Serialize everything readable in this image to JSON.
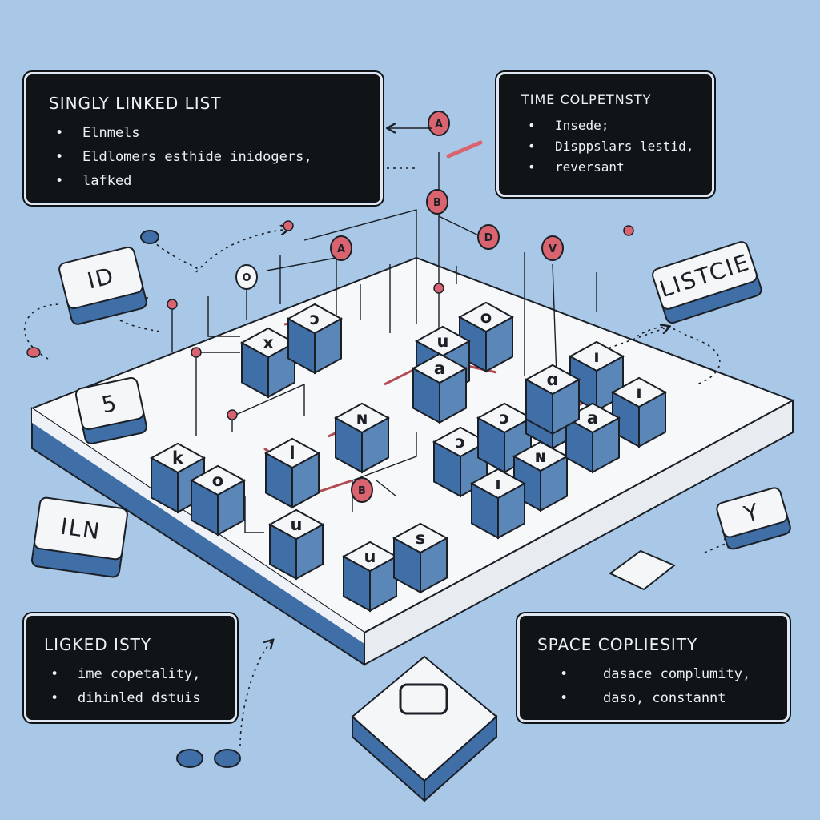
{
  "panels": {
    "singly": {
      "title": "SINGLY LINKED LIST",
      "items": [
        {
          "bullet": "•",
          "text": "Elnmels"
        },
        {
          "bullet": "•",
          "text": "Eldlomers esthide inidogers,"
        },
        {
          "bullet": "•",
          "text": "lafked"
        }
      ]
    },
    "time": {
      "title": "TIME COLPETNSTY",
      "items": [
        {
          "bullet": "•",
          "text": "Insede;"
        },
        {
          "bullet": "•",
          "text": "Disppslars lestid,"
        },
        {
          "bullet": "•",
          "text": "reversant"
        }
      ]
    },
    "linked": {
      "title": "LIGKED ISTY",
      "items": [
        {
          "bullet": "•",
          "text": "ime copetality,"
        },
        {
          "bullet": "•",
          "text": "dihinled dstuis"
        }
      ]
    },
    "space": {
      "title": "SPACE COPLIESITY",
      "items": [
        {
          "bullet": "•",
          "text": "dasace complumity,"
        },
        {
          "bullet": "•",
          "text": "daso, constannt"
        }
      ]
    }
  },
  "keys": {
    "id": "ID",
    "listcie": "LISTCIE",
    "iln": "ILN",
    "y": "Y",
    "five": "5"
  },
  "cube_labels": [
    "x",
    "ↄ",
    "o",
    "u",
    "k",
    "o",
    "ⅼ",
    "ɴ",
    "a",
    "u",
    "u",
    "ɔ",
    "ɔ",
    "o",
    "s",
    "ɴ",
    "ı",
    "ı",
    "a",
    "ı",
    "ɑ"
  ],
  "node_labels": [
    "A",
    "B",
    "D",
    "O",
    "B",
    "A",
    "V"
  ],
  "colors": {
    "background": "#a9c7e6",
    "panel": "#101417",
    "cube_side": "#3f6fa6",
    "cube_top": "#f4f6f8",
    "accent_red": "#d96470",
    "board": "#f7f8fa"
  }
}
